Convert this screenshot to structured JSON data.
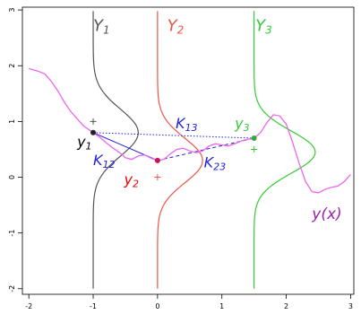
{
  "chart_data": {
    "type": "line",
    "title": "",
    "xlabel": "",
    "ylabel": "",
    "xlim": [
      -2.1,
      3.05
    ],
    "ylim": [
      -2.1,
      3.05
    ],
    "xticks": [
      -2,
      -1,
      0,
      1,
      2,
      3
    ],
    "yticks": [
      -2,
      -1,
      0,
      1,
      2,
      3
    ],
    "grid": false,
    "colors": {
      "process": "#ee66ee",
      "y1": "#555555",
      "y2": "#ee5544",
      "y3": "#33cc33",
      "kernel": "#2222dd",
      "point1": "#222222",
      "point2": "#cc1155",
      "point3": "#33aa33",
      "plus1": "#555555",
      "plus2": "#ee5544",
      "plus3": "#33cc33",
      "label_y": "#9922aa"
    },
    "process_curve": {
      "label": "y(x)",
      "points": [
        [
          -2.0,
          1.95
        ],
        [
          -1.85,
          1.9
        ],
        [
          -1.75,
          1.85
        ],
        [
          -1.65,
          1.72
        ],
        [
          -1.55,
          1.55
        ],
        [
          -1.45,
          1.35
        ],
        [
          -1.35,
          1.18
        ],
        [
          -1.25,
          1.05
        ],
        [
          -1.15,
          0.92
        ],
        [
          -1.05,
          0.84
        ],
        [
          -1.0,
          0.8
        ],
        [
          -0.9,
          0.72
        ],
        [
          -0.8,
          0.62
        ],
        [
          -0.7,
          0.53
        ],
        [
          -0.6,
          0.45
        ],
        [
          -0.5,
          0.35
        ],
        [
          -0.4,
          0.32
        ],
        [
          -0.3,
          0.38
        ],
        [
          -0.2,
          0.4
        ],
        [
          -0.1,
          0.34
        ],
        [
          0.0,
          0.3
        ],
        [
          0.1,
          0.32
        ],
        [
          0.2,
          0.42
        ],
        [
          0.3,
          0.5
        ],
        [
          0.4,
          0.52
        ],
        [
          0.5,
          0.47
        ],
        [
          0.6,
          0.44
        ],
        [
          0.7,
          0.47
        ],
        [
          0.8,
          0.56
        ],
        [
          0.9,
          0.6
        ],
        [
          1.0,
          0.58
        ],
        [
          1.1,
          0.56
        ],
        [
          1.2,
          0.6
        ],
        [
          1.3,
          0.65
        ],
        [
          1.4,
          0.68
        ],
        [
          1.5,
          0.7
        ],
        [
          1.6,
          0.8
        ],
        [
          1.7,
          0.98
        ],
        [
          1.8,
          1.12
        ],
        [
          1.9,
          1.1
        ],
        [
          2.0,
          0.95
        ],
        [
          2.1,
          0.62
        ],
        [
          2.2,
          0.25
        ],
        [
          2.3,
          -0.08
        ],
        [
          2.4,
          -0.26
        ],
        [
          2.5,
          -0.28
        ],
        [
          2.6,
          -0.22
        ],
        [
          2.7,
          -0.18
        ],
        [
          2.8,
          -0.16
        ],
        [
          2.9,
          -0.08
        ],
        [
          3.0,
          0.05
        ]
      ]
    },
    "vertical_lines": [
      {
        "name": "Y1",
        "main": "Y",
        "sub": "1",
        "x": -1.0,
        "color": "#555555",
        "label_x": -1.0,
        "label_y": 2.62,
        "density": {
          "mean": 0.8,
          "sd": 0.42,
          "height": 0.7
        }
      },
      {
        "name": "Y2",
        "main": "Y",
        "sub": "2",
        "x": 0.0,
        "color": "#ee5544",
        "label_x": 0.15,
        "label_y": 2.62,
        "density": {
          "mean": 0.3,
          "sd": 0.4,
          "height": 0.7
        }
      },
      {
        "name": "Y3",
        "main": "Y",
        "sub": "3",
        "x": 1.5,
        "color": "#33cc33",
        "label_x": 1.52,
        "label_y": 2.62,
        "density": {
          "mean": 0.45,
          "sd": 0.38,
          "height": 0.95
        }
      }
    ],
    "observed_points": [
      {
        "name": "y1",
        "x": -1.0,
        "y": 0.8,
        "color": "#222222"
      },
      {
        "name": "y2",
        "x": 0.0,
        "y": 0.3,
        "color": "#cc1155"
      },
      {
        "name": "y3",
        "x": 1.5,
        "y": 0.7,
        "color": "#33aa33"
      }
    ],
    "plus_markers": [
      {
        "x": -1.0,
        "y": 1.0,
        "color": "#555555"
      },
      {
        "x": 0.0,
        "y": 0.0,
        "color": "#ee5544"
      },
      {
        "x": 1.5,
        "y": 0.5,
        "color": "#33cc33"
      }
    ],
    "connections": [
      {
        "from": [
          -1.0,
          0.8
        ],
        "to": [
          0.0,
          0.3
        ],
        "style": "solid"
      },
      {
        "from": [
          -1.0,
          0.8
        ],
        "to": [
          1.5,
          0.7
        ],
        "style": "dotted"
      },
      {
        "from": [
          0.0,
          0.3
        ],
        "to": [
          1.5,
          0.7
        ],
        "style": "dashed"
      }
    ],
    "point_labels": [
      {
        "name": "y1",
        "main": "y",
        "sub": "1",
        "x": -1.25,
        "y": 0.55,
        "color": "#000000"
      },
      {
        "name": "y2",
        "main": "y",
        "sub": "2",
        "x": -0.52,
        "y": -0.13,
        "color": "#ee0000"
      },
      {
        "name": "y3",
        "main": "y",
        "sub": "3",
        "x": 1.2,
        "y": 0.88,
        "color": "#33cc33"
      }
    ],
    "kernel_labels": [
      {
        "name": "K12",
        "main": "K",
        "sub": "12",
        "x": -1.0,
        "y": 0.22,
        "color": "#2222dd"
      },
      {
        "name": "K13",
        "main": "K",
        "sub": "13",
        "x": 0.28,
        "y": 0.88,
        "color": "#2222dd"
      },
      {
        "name": "K23",
        "main": "K",
        "sub": "23",
        "x": 0.72,
        "y": 0.18,
        "color": "#2222dd"
      }
    ],
    "curve_label": {
      "text": "y(x)",
      "x": 2.4,
      "y": -0.75,
      "color": "#9922aa"
    }
  }
}
